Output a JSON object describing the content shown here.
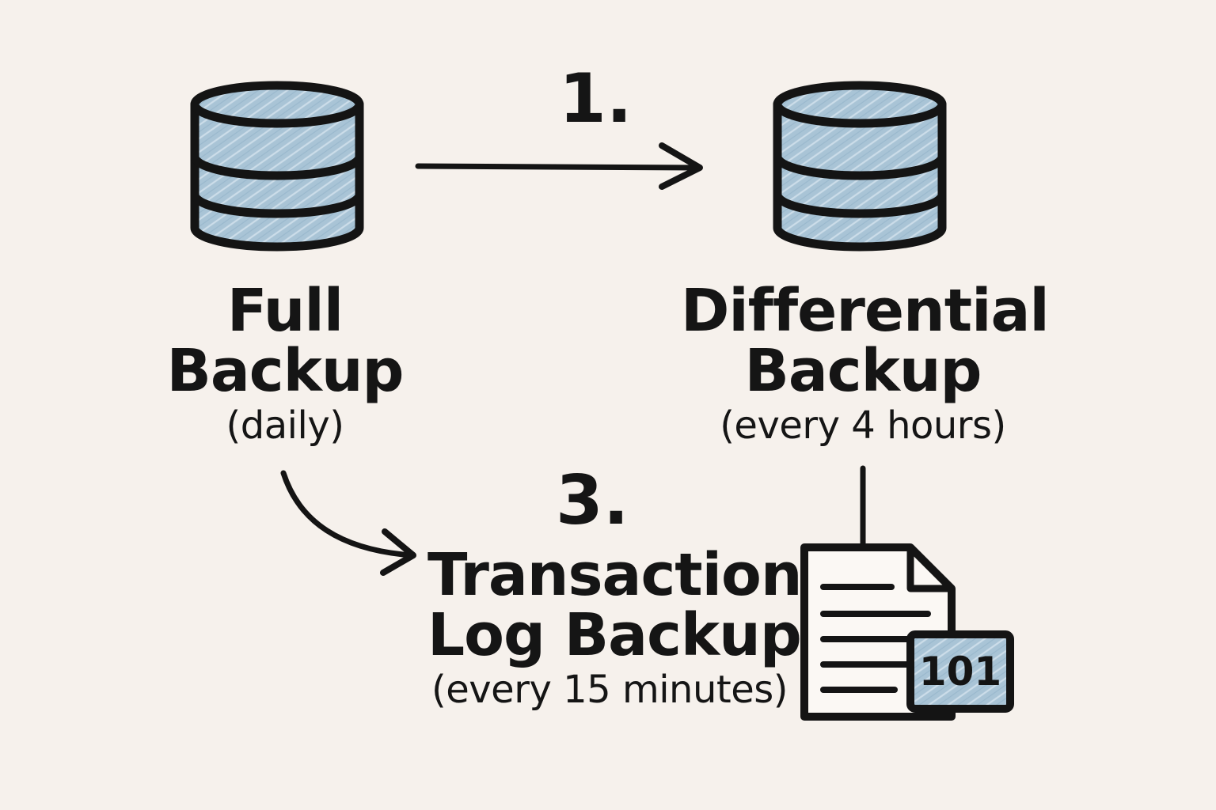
{
  "steps": {
    "step1": "1.",
    "step3": "3."
  },
  "nodes": {
    "full": {
      "line1": "Full",
      "line2": "Backup",
      "schedule": "(daily)"
    },
    "differential": {
      "line1": "Differential",
      "line2": "Backup",
      "schedule": "(every 4 hours)"
    },
    "transaction": {
      "line1": "Transaction",
      "line2": "Log Backup",
      "schedule": "(every 15 minutes)"
    }
  },
  "log_file_icon": {
    "badge_text": "101"
  },
  "icons": {
    "database": "database-icon",
    "log_file": "log-file-icon"
  },
  "colors": {
    "background": "#f6f1ec",
    "ink": "#161616",
    "fill_blue": "#a9c4d6",
    "fill_blue_light": "#c8dbe7"
  }
}
